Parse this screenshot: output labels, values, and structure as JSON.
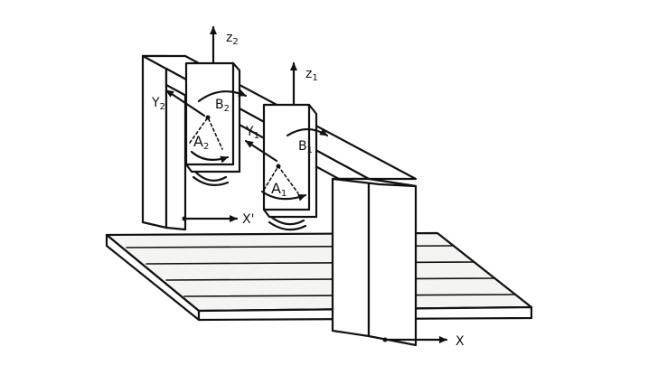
{
  "labels": {
    "z2": "z",
    "z2_sub": "2",
    "z1": "z",
    "z1_sub": "1",
    "y2": "Y",
    "y2_sub": "2",
    "y1": "Y",
    "y1_sub": "1",
    "b2": "B",
    "b2_sub": "2",
    "b1": "B",
    "b1_sub": "1",
    "a2": "A",
    "a2_sub": "2",
    "a1": "A",
    "a1_sub": "1",
    "x_prime": "X'",
    "x": "X"
  },
  "colors": {
    "ink": "#111111",
    "paper": "#ffffff",
    "shade": "#f4f4f2"
  }
}
